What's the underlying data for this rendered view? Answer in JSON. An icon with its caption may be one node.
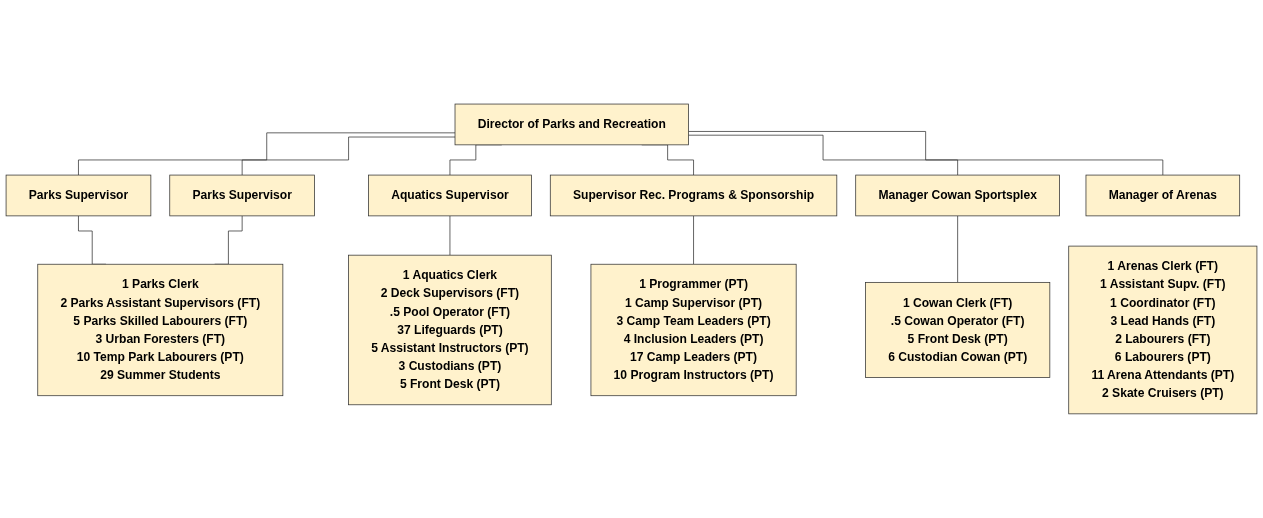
{
  "diagram": {
    "nodes": [
      {
        "text": [
          "Director of Parks and Recreation"
        ]
      },
      {
        "text": [
          "Parks Supervisor"
        ]
      },
      {
        "text": [
          "Parks Supervisor"
        ]
      },
      {
        "text": [
          "Aquatics Supervisor"
        ]
      },
      {
        "text": [
          "Supervisor Rec. Programs & Sponsorship"
        ]
      },
      {
        "text": [
          "Manager Cowan Sportsplex"
        ]
      },
      {
        "text": [
          "Manager of Arenas"
        ]
      },
      {
        "text": [
          "1 Parks Clerk",
          "2 Parks Assistant Supervisors (FT)",
          "5 Parks Skilled Labourers (FT)",
          "3 Urban Foresters (FT)",
          "10 Temp Park Labourers (PT)",
          "29 Summer Students"
        ]
      },
      {
        "text": [
          "1 Aquatics Clerk",
          "2 Deck Supervisors (FT)",
          ".5 Pool Operator (FT)",
          "37 Lifeguards (PT)",
          "5 Assistant Instructors (PT)",
          "3 Custodians (PT)",
          "5 Front Desk (PT)"
        ]
      },
      {
        "text": [
          "1 Programmer (PT)",
          "1 Camp Supervisor (PT)",
          "3 Camp Team Leaders (PT)",
          "4 Inclusion Leaders (PT)",
          "17 Camp Leaders (PT)",
          "10 Program Instructors (PT)"
        ]
      },
      {
        "text": [
          "1 Cowan Clerk (FT)",
          ".5 Cowan Operator (FT)",
          "5 Front Desk (PT)",
          "6 Custodian Cowan (PT)"
        ]
      },
      {
        "text": [
          "1 Arenas Clerk (FT)",
          "1 Assistant Supv. (FT)",
          "1 Coordinator (FT)",
          "3 Lead Hands (FT)",
          "2 Labourers (FT)",
          "6 Labourers (PT)",
          "11 Arena Attendants (PT)",
          "2 Skate Cruisers (PT)"
        ]
      }
    ],
    "edges": [
      {
        "from": 0,
        "to": 1,
        "arrow": "none"
      },
      {
        "from": 0,
        "to": 2,
        "arrow": "none"
      },
      {
        "from": 0,
        "to": 3,
        "arrow": "none"
      },
      {
        "from": 0,
        "to": 4,
        "arrow": "none"
      },
      {
        "from": 0,
        "to": 5,
        "arrow": "none"
      },
      {
        "from": 0,
        "to": 6,
        "arrow": "none"
      },
      {
        "from": 1,
        "to": 7,
        "arrow": "none"
      },
      {
        "from": 2,
        "to": 7,
        "arrow": "none"
      },
      {
        "from": 3,
        "to": 8,
        "arrow": "none"
      },
      {
        "from": 4,
        "to": 9,
        "arrow": "none"
      },
      {
        "from": 5,
        "to": 10,
        "arrow": "none"
      }
    ]
  }
}
